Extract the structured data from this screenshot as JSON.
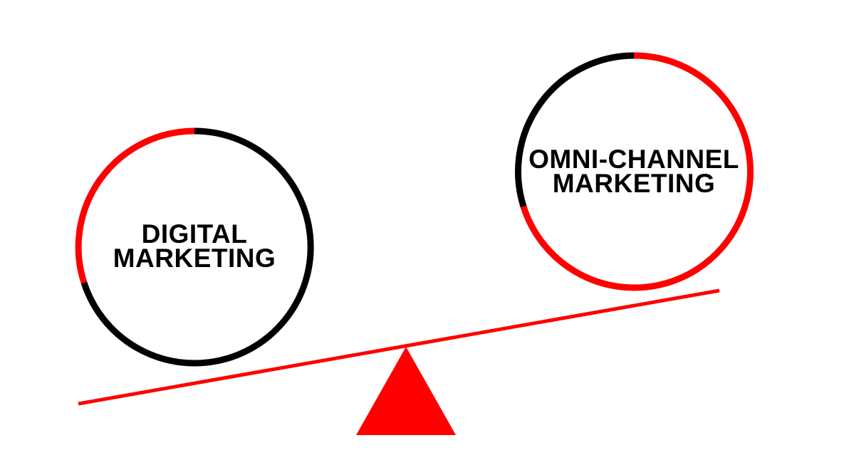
{
  "left_item": {
    "line1": "DIGITAL",
    "line2": "MARKETING"
  },
  "right_item": {
    "line1": "OMNI-CHANNEL",
    "line2": "MARKETING"
  },
  "colors": {
    "accent": "#ff0000",
    "dark": "#000000",
    "background": "#ffffff"
  }
}
